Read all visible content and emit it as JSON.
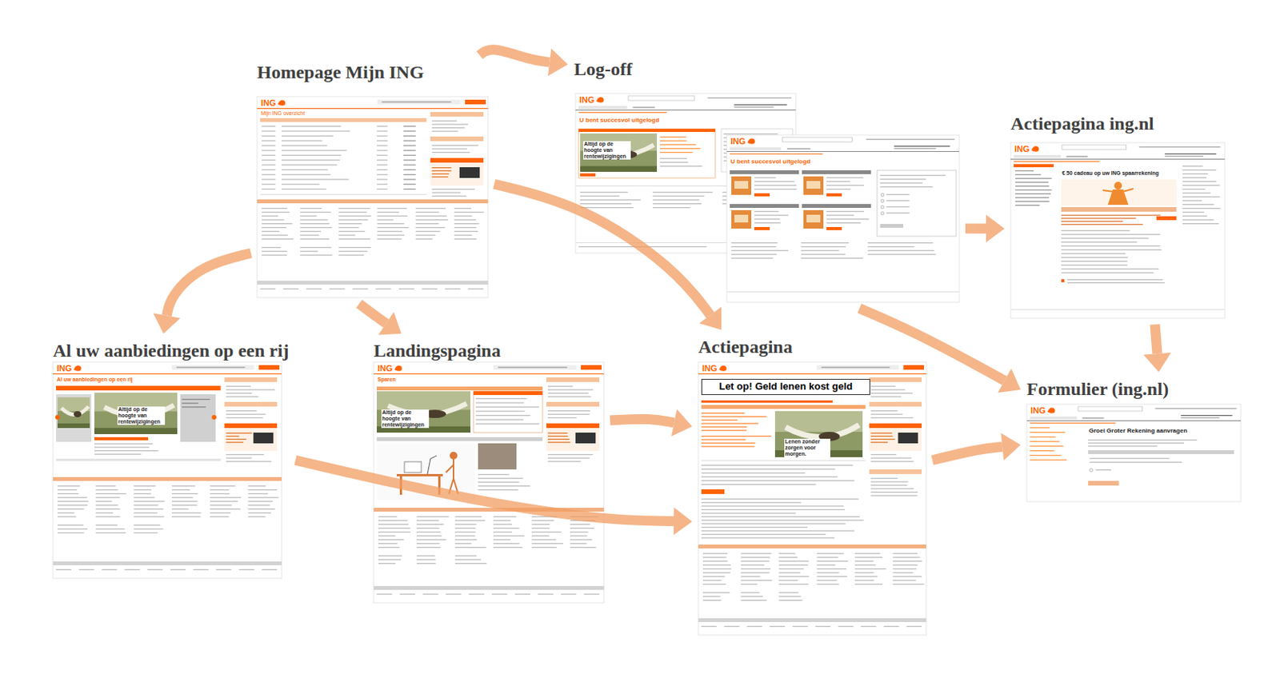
{
  "diagram": {
    "nodes": [
      {
        "text": [
          "Homepage Mijn ING",
          "ING",
          "Mijn ING overzicht"
        ]
      },
      {
        "text": [
          "Log-off",
          "ING",
          "U bent succesvol uitgelogd",
          "Altijd op de hoogte van rentewijzigingen",
          "ING",
          "U bent succesvol uitgelogd"
        ]
      },
      {
        "text": [
          "Actiepagina ing.nl",
          "ING",
          "€ 50 cadeau op uw ING spaarrekening"
        ]
      },
      {
        "text": [
          "Al uw aanbiedingen op een rij",
          "ING",
          "Al uw aanbiedingen op een rij",
          "Altijd op de hoogte van rentewijzigingen"
        ]
      },
      {
        "text": [
          "Landingspagina",
          "ING",
          "Sparen",
          "Altijd op de hoogte van rentewijzigingen"
        ]
      },
      {
        "text": [
          "Actiepagina",
          "ING",
          "Let op! Geld lenen kost geld",
          "Lenen zonder zorgen voor morgen."
        ]
      },
      {
        "text": [
          "Formulier (ing.nl)",
          "ING",
          "Groei Groter Rekening aanvragen"
        ]
      }
    ],
    "edges": [
      {
        "from": 0,
        "to": 1,
        "arrow": "to"
      },
      {
        "from": 0,
        "to": 3,
        "arrow": "to"
      },
      {
        "from": 0,
        "to": 4,
        "arrow": "to"
      },
      {
        "from": 0,
        "to": 5,
        "arrow": "to"
      },
      {
        "from": 1,
        "to": 2,
        "arrow": "to"
      },
      {
        "from": 1,
        "to": 6,
        "arrow": "to"
      },
      {
        "from": 2,
        "to": 6,
        "arrow": "to"
      },
      {
        "from": 3,
        "to": 5,
        "arrow": "to"
      },
      {
        "from": 4,
        "to": 5,
        "arrow": "to"
      },
      {
        "from": 5,
        "to": 6,
        "arrow": "to"
      }
    ]
  }
}
